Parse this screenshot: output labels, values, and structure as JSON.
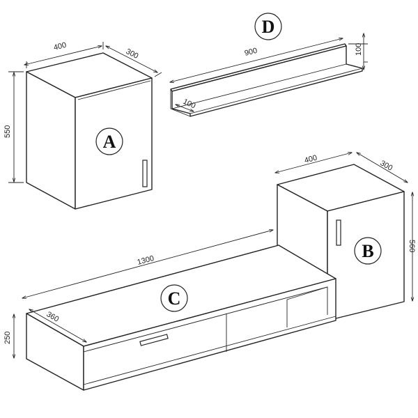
{
  "units": {
    "A": {
      "label": "A",
      "width": "400",
      "depth": "300",
      "height": "550"
    },
    "B": {
      "label": "B",
      "width": "400",
      "depth": "300",
      "height": "560"
    },
    "C": {
      "label": "C",
      "width": "1300",
      "depth": "360",
      "height": "250"
    },
    "D": {
      "label": "D",
      "width": "900",
      "depth": "100",
      "height": "100"
    }
  }
}
